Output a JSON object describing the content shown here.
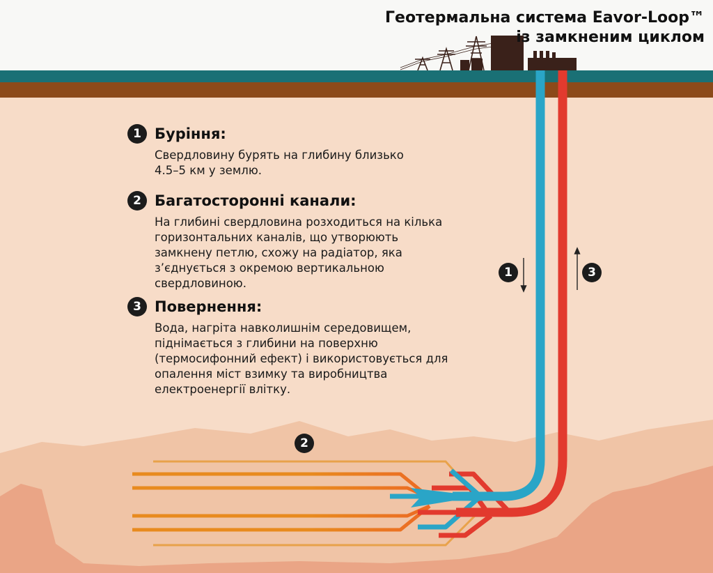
{
  "title": {
    "line1": "Геотермальна система Eavor-Loop™",
    "line2": "із замкненим циклом"
  },
  "steps": [
    {
      "number": "1",
      "heading": "Буріння:",
      "body": "Свердловину бурять на глибину близько\n4.5–5 км у землю."
    },
    {
      "number": "2",
      "heading": "Багатосторонні канали:",
      "body": "На глибині свердловина розходиться на кілька\nгоризонтальних каналів, що утворюють\nзамкнену петлю, схожу на радіатор, яка\nз’єднується з окремою вертикальною\nсвердловиною."
    },
    {
      "number": "3",
      "heading": "Повернення:",
      "body": "Вода, нагріта навколишнім середовищем,\nпіднімається з глибини на поверхню\n(термосифонний ефект) і використовується для\nопалення міст взимку та виробництва\nелектроенергії влітку."
    }
  ],
  "markers": {
    "down_pipe": "1",
    "up_pipe": "3",
    "channels": "2"
  },
  "colors": {
    "ground_top": "#1a7075",
    "soil": "#8c4a1a",
    "underground": "#f7dcc8",
    "deep_layer": "#eaa586",
    "cold_pipe": "#2aa5c7",
    "hot_pipe": "#e23a2e",
    "channel_orange": "#e88a1e",
    "structures": "#3a211a"
  }
}
